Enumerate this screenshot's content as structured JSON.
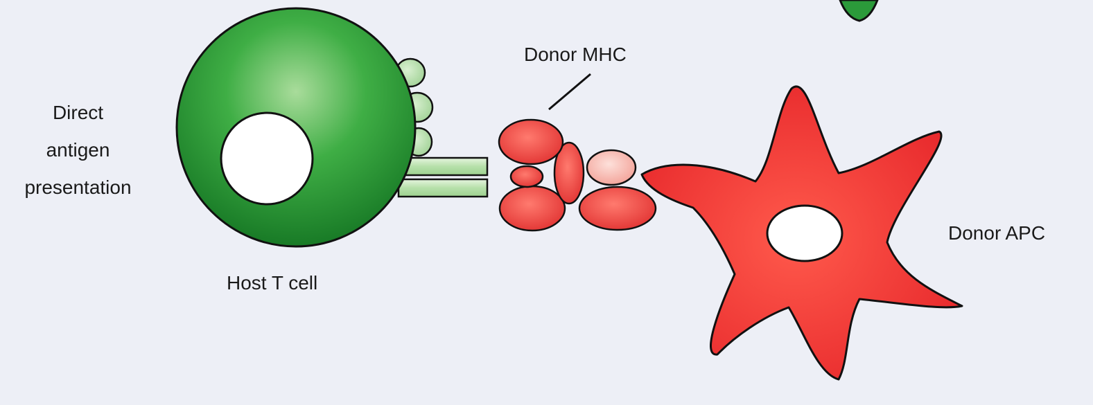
{
  "labels": {
    "mechanism": [
      "Direct",
      "antigen",
      "presentation"
    ],
    "host_t_cell": "Host T cell",
    "donor_mhc": "Donor MHC",
    "donor_apc": "Donor APC"
  },
  "colors": {
    "background": "#edeff6",
    "t_cell_green": "#2a9a3c",
    "t_cell_light": "#bfe3b7",
    "mhc_red": "#e83a3a",
    "mhc_light": "#f7b4ac",
    "apc_red": "#ee3a32",
    "outline": "#111111"
  }
}
